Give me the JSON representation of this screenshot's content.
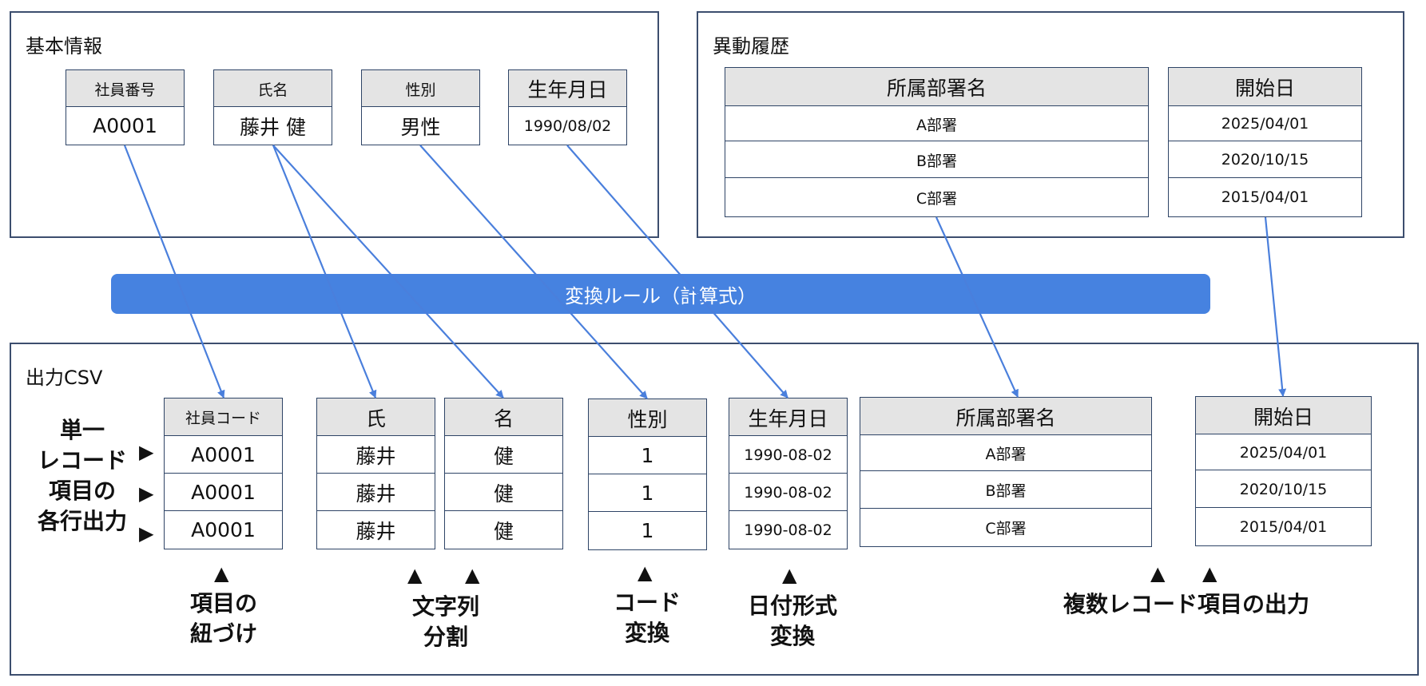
{
  "basic_info": {
    "title": "基本情報",
    "columns": [
      {
        "header": "社員番号",
        "value": "A0001"
      },
      {
        "header": "氏名",
        "value": "藤井 健"
      },
      {
        "header": "性別",
        "value": "男性"
      },
      {
        "header": "生年月日",
        "value": "1990/08/02"
      }
    ]
  },
  "history": {
    "title": "異動履歴",
    "dept_header": "所属部署名",
    "start_header": "開始日",
    "depts": [
      "A部署",
      "B部署",
      "C部署"
    ],
    "starts": [
      "2025/04/01",
      "2020/10/15",
      "2015/04/01"
    ]
  },
  "banner": "変換ルール（計算式）",
  "output": {
    "title": "出力CSV",
    "headers": {
      "code": "社員コード",
      "sei": "氏",
      "mei": "名",
      "gender": "性別",
      "birth": "生年月日",
      "dept": "所属部署名",
      "start": "開始日"
    },
    "rows": [
      {
        "code": "A0001",
        "sei": "藤井",
        "mei": "健",
        "gender": "1",
        "birth": "1990-08-02",
        "dept": "A部署",
        "start": "2025/04/01"
      },
      {
        "code": "A0001",
        "sei": "藤井",
        "mei": "健",
        "gender": "1",
        "birth": "1990-08-02",
        "dept": "B部署",
        "start": "2020/10/15"
      },
      {
        "code": "A0001",
        "sei": "藤井",
        "mei": "健",
        "gender": "1",
        "birth": "1990-08-02",
        "dept": "C部署",
        "start": "2015/04/01"
      }
    ]
  },
  "labels": {
    "single_record": [
      "単一",
      "レコード",
      "項目の",
      "各行出力"
    ],
    "mapping": [
      "項目の",
      "紐づけ"
    ],
    "split": [
      "文字列",
      "分割"
    ],
    "code_convert": [
      "コード",
      "変換"
    ],
    "date_format": [
      "日付形式",
      "変換"
    ],
    "multi_record": "複数レコード項目の出力"
  },
  "arrow_color": "#4a7fdc",
  "banner_color": "#4682e0"
}
